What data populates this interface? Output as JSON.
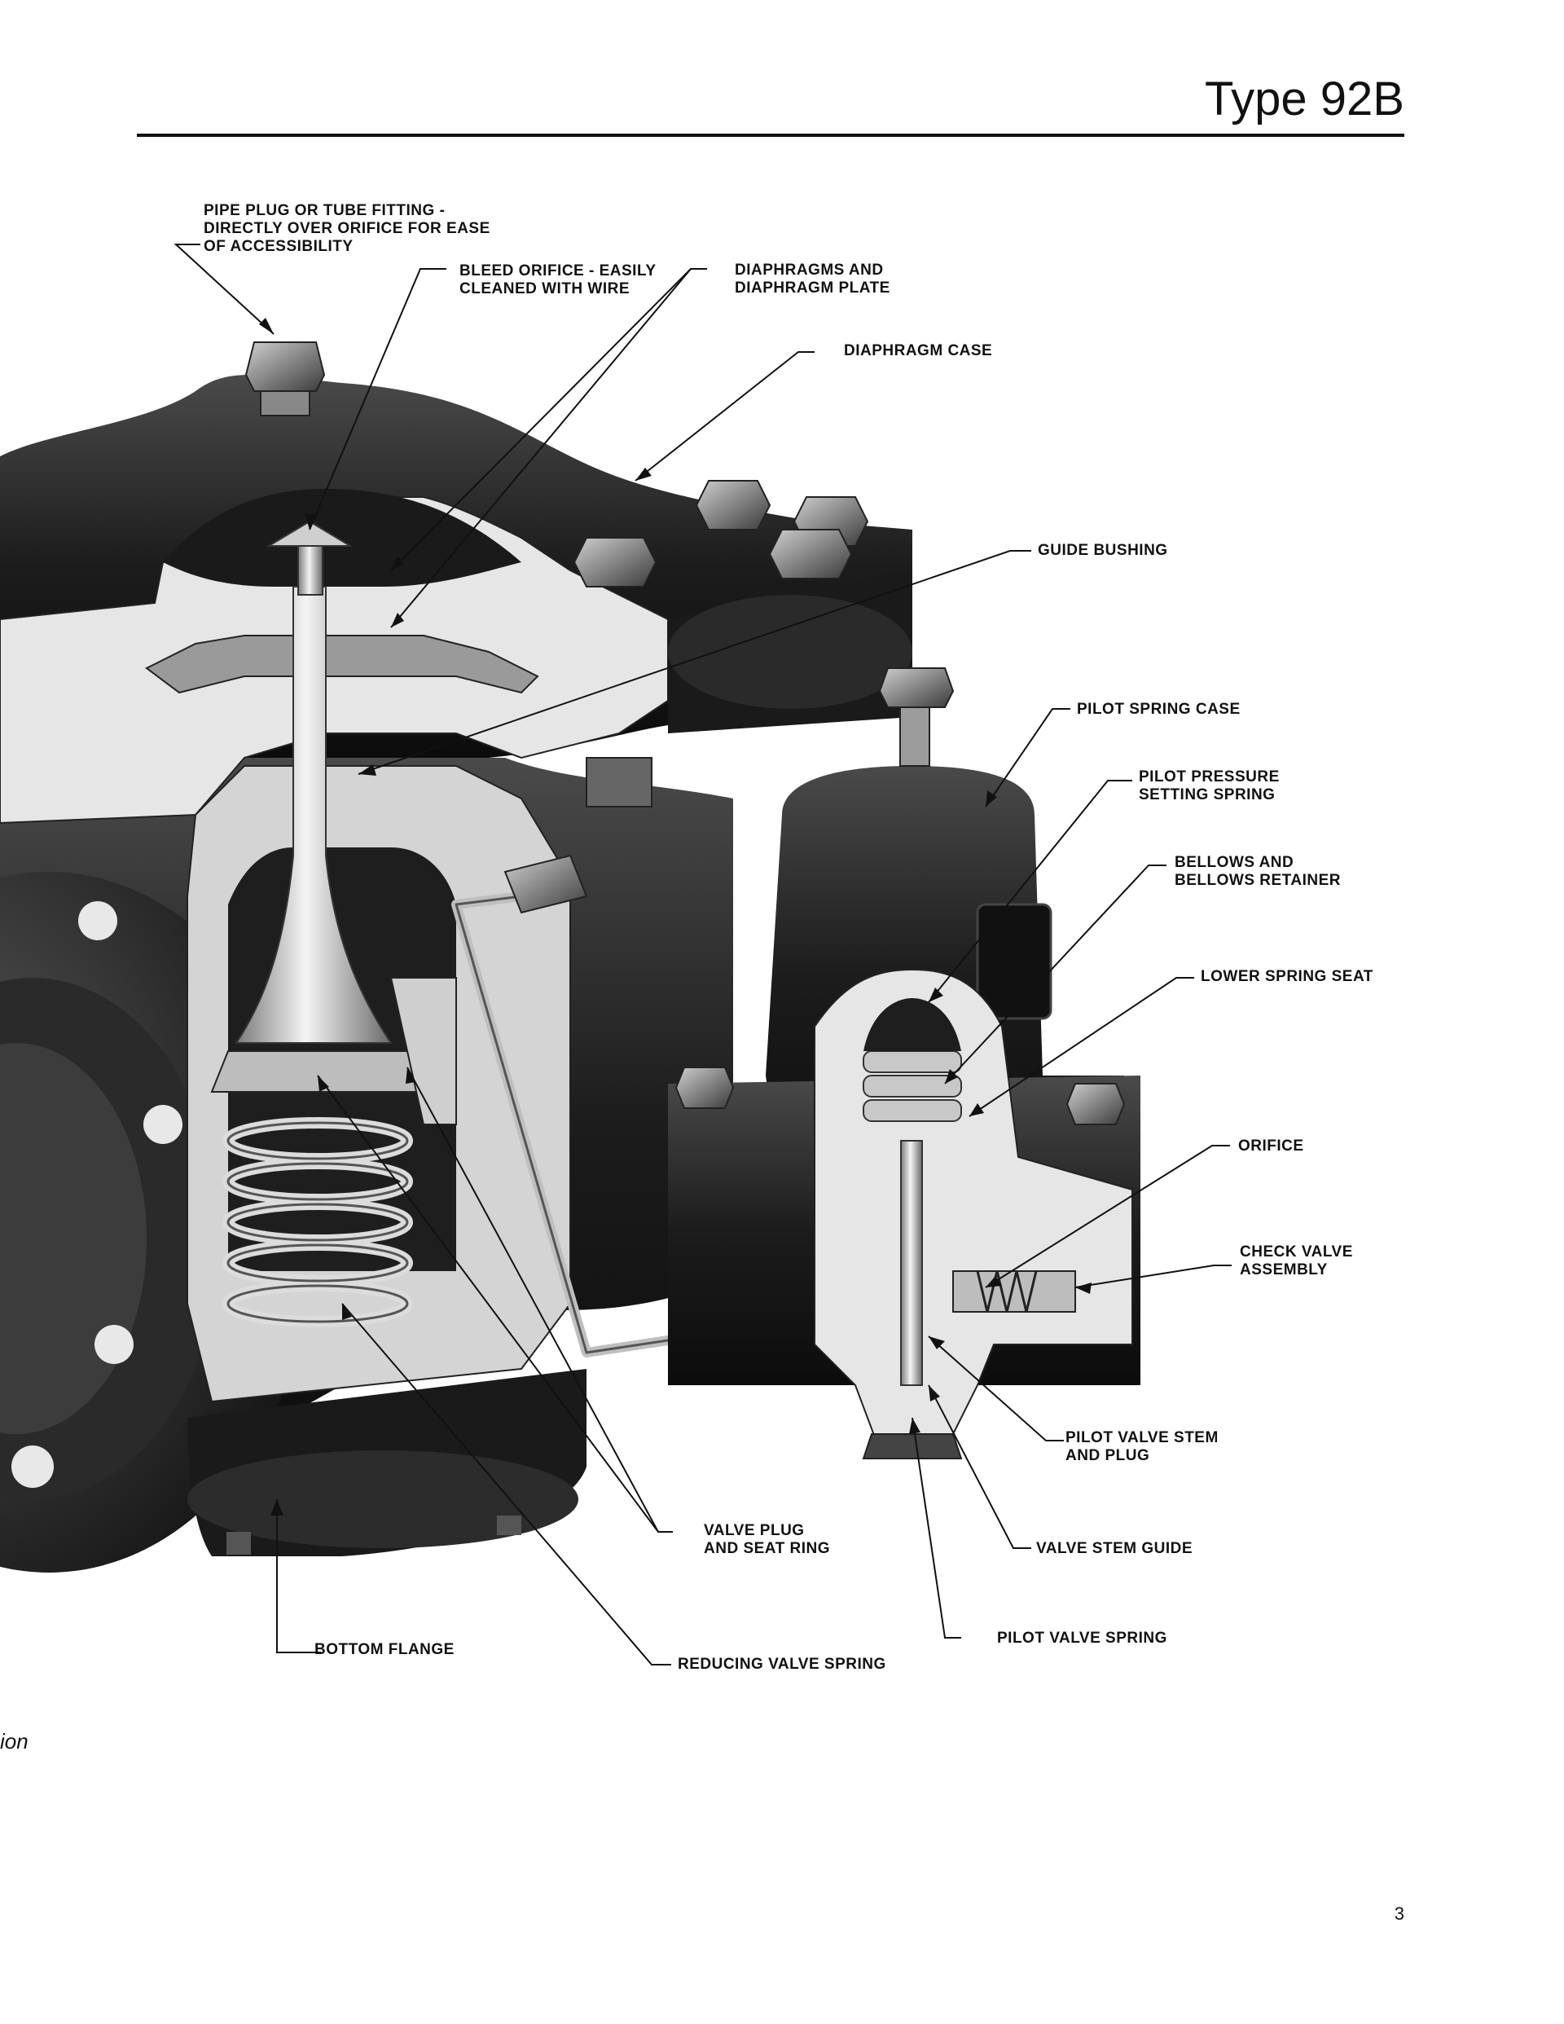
{
  "header": {
    "title": "Type 92B"
  },
  "labels": {
    "pipe_plug": [
      "PIPE PLUG OR TUBE FITTING -",
      "DIRECTLY OVER ORIFICE FOR EASE",
      "OF ACCESSIBILITY"
    ],
    "bleed_orifice": [
      "BLEED ORIFICE - EASILY",
      "CLEANED WITH WIRE"
    ],
    "diaphragms": [
      "DIAPHRAGMS AND",
      "DIAPHRAGM PLATE"
    ],
    "diaphragm_case": [
      "DIAPHRAGM CASE"
    ],
    "guide_bushing": [
      "GUIDE BUSHING"
    ],
    "pilot_spring_case": [
      "PILOT SPRING CASE"
    ],
    "pilot_pressure_spring": [
      "PILOT PRESSURE",
      "SETTING SPRING"
    ],
    "bellows": [
      "BELLOWS AND",
      "BELLOWS RETAINER"
    ],
    "lower_spring_seat": [
      "LOWER SPRING SEAT"
    ],
    "orifice": [
      "ORIFICE"
    ],
    "check_valve": [
      "CHECK VALVE",
      "ASSEMBLY"
    ],
    "pilot_valve_stem": [
      "PILOT VALVE STEM",
      "AND PLUG"
    ],
    "valve_plug": [
      "VALVE PLUG",
      "AND SEAT RING"
    ],
    "valve_stem_guide": [
      "VALVE STEM GUIDE"
    ],
    "pilot_valve_spring": [
      "PILOT VALVE SPRING"
    ],
    "bottom_flange": [
      "BOTTOM FLANGE"
    ],
    "reducing_valve_spring": [
      "REDUCING VALVE SPRING"
    ]
  },
  "caption": "ion",
  "page_number": "3",
  "colors": {
    "ink": "#111111",
    "casting": "#262626",
    "cutaway": "#e8e8e8",
    "steel": "#b8b8b8"
  }
}
